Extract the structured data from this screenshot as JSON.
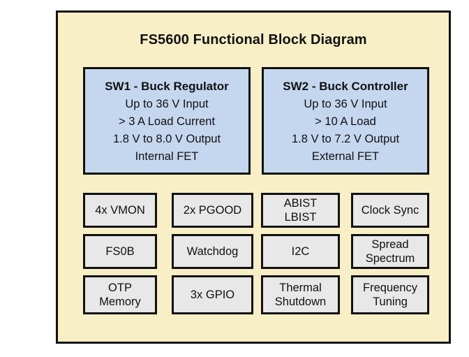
{
  "diagram": {
    "title": "FS5600 Functional Block Diagram",
    "colors": {
      "frame_background": "#f9EFC6",
      "frame_border": "#111111",
      "switcher_block_fill": "#c5d7ef",
      "feature_block_fill": "#e8e8e8",
      "text": "#111111",
      "page_background": "#ffffff"
    },
    "switcher_blocks": [
      {
        "id": "sw1",
        "title": "SW1 - Buck Regulator",
        "specs": [
          "Up to 36 V Input",
          "> 3 A Load Current",
          "1.8 V to 8.0 V Output",
          "Internal FET"
        ]
      },
      {
        "id": "sw2",
        "title": "SW2 - Buck Controller",
        "specs": [
          "Up to 36 V Input",
          "> 10 A Load",
          "1.8 V to 7.2 V Output",
          "External FET"
        ]
      }
    ],
    "feature_blocks": [
      {
        "id": "vmon",
        "lines": [
          "4x VMON"
        ]
      },
      {
        "id": "pgood",
        "lines": [
          "2x PGOOD"
        ]
      },
      {
        "id": "abist-lbist",
        "lines": [
          "ABIST",
          "LBIST"
        ]
      },
      {
        "id": "clock-sync",
        "lines": [
          "Clock Sync"
        ]
      },
      {
        "id": "fs0b",
        "lines": [
          "FS0B"
        ]
      },
      {
        "id": "watchdog",
        "lines": [
          "Watchdog"
        ]
      },
      {
        "id": "i2c",
        "lines": [
          "I2C"
        ]
      },
      {
        "id": "spread-spectrum",
        "lines": [
          "Spread",
          "Spectrum"
        ]
      },
      {
        "id": "otp-memory",
        "lines": [
          "OTP",
          "Memory"
        ]
      },
      {
        "id": "gpio",
        "lines": [
          "3x GPIO"
        ]
      },
      {
        "id": "thermal-shutdown",
        "lines": [
          "Thermal",
          "Shutdown"
        ]
      },
      {
        "id": "frequency-tuning",
        "lines": [
          "Frequency",
          "Tuning"
        ]
      }
    ]
  }
}
